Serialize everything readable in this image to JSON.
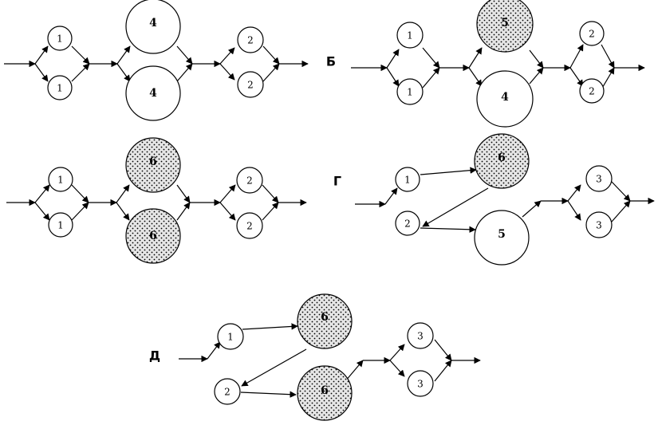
{
  "panels": [
    {
      "id": "A",
      "label": "",
      "nodes": [
        "1",
        "1",
        "4",
        "4",
        "2",
        "2"
      ]
    },
    {
      "id": "B",
      "label": "Б",
      "nodes": [
        "1",
        "1",
        "5",
        "4",
        "2",
        "2"
      ]
    },
    {
      "id": "V",
      "label": "",
      "nodes": [
        "1",
        "1",
        "6",
        "6",
        "2",
        "2"
      ]
    },
    {
      "id": "G",
      "label": "Г",
      "nodes": [
        "1",
        "2",
        "6",
        "5",
        "3",
        "3"
      ]
    },
    {
      "id": "D",
      "label": "Д",
      "nodes": [
        "1",
        "2",
        "6",
        "6",
        "3",
        "3"
      ]
    }
  ]
}
